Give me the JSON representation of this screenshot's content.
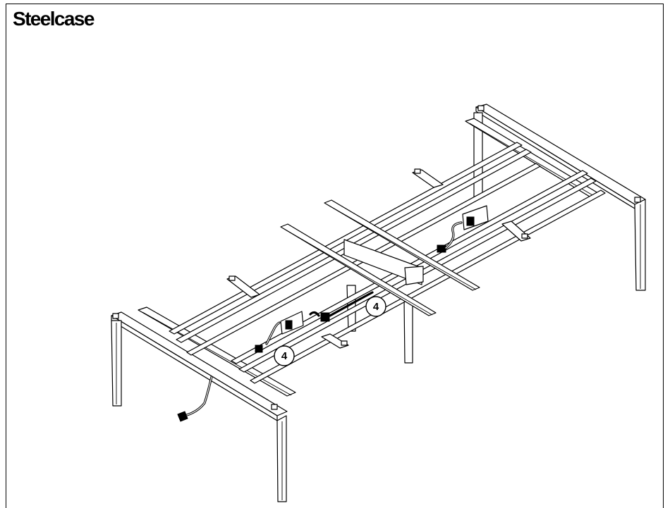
{
  "brand": {
    "logo_text": "Steelcase"
  },
  "callouts": [
    {
      "label": "4"
    },
    {
      "label": "4"
    }
  ]
}
